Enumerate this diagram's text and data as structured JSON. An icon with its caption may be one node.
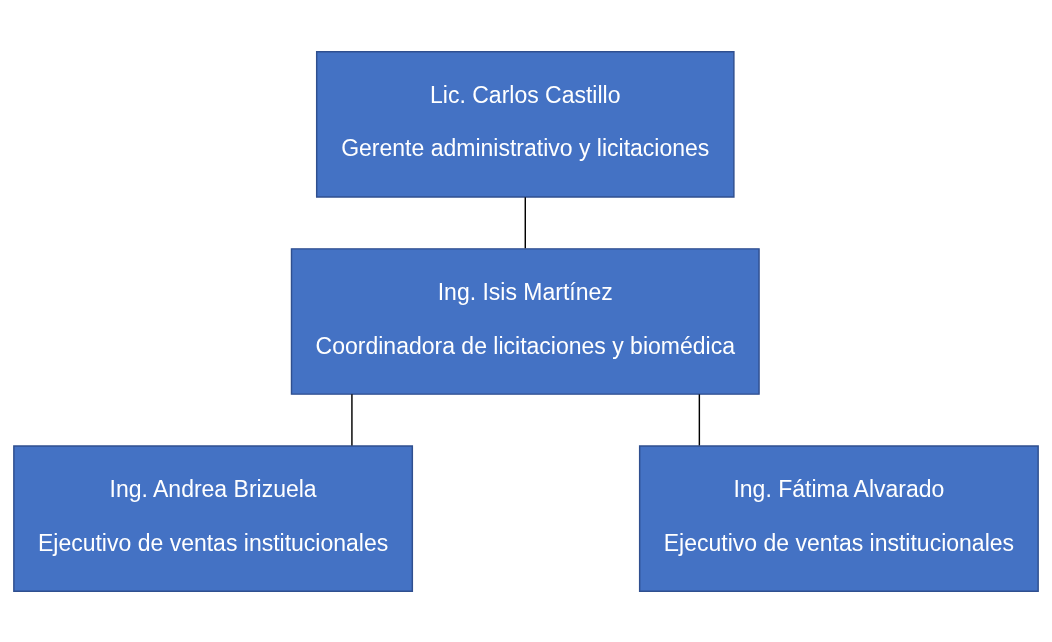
{
  "diagram": {
    "nodes": [
      {
        "text": [
          "Lic. Carlos Castillo",
          "Gerente administrativo y licitaciones"
        ]
      },
      {
        "text": [
          "Ing. Isis Martínez",
          "Coordinadora de licitaciones y biomédica"
        ]
      },
      {
        "text": [
          "Ing. Andrea Brizuela",
          "Ejecutivo de ventas institucionales"
        ]
      },
      {
        "text": [
          "Ing. Fátima Alvarado",
          "Ejecutivo de ventas institucionales"
        ]
      }
    ],
    "edges": [
      {
        "from": 0,
        "to": 1,
        "arrow": "none"
      },
      {
        "from": 1,
        "to": 2,
        "arrow": "none"
      },
      {
        "from": 1,
        "to": 3,
        "arrow": "none"
      }
    ]
  }
}
